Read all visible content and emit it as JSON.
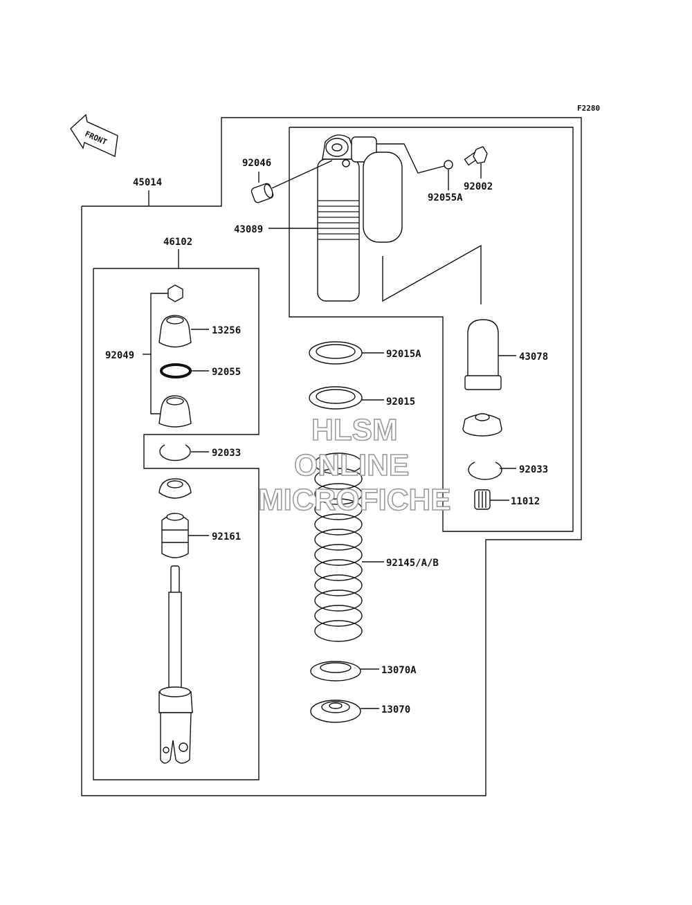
{
  "diagram_code": "F2280",
  "front_label": "FRONT",
  "parts": {
    "p45014": "45014",
    "p46102": "46102",
    "p92046": "92046",
    "p43089": "43089",
    "p92055A": "92055A",
    "p92002": "92002",
    "p43078": "43078",
    "p92049": "92049",
    "p13256": "13256",
    "p92055": "92055",
    "p92033a": "92033",
    "p92161": "92161",
    "p92015A": "92015A",
    "p92015": "92015",
    "p92145": "92145/A/B",
    "p13070A": "13070A",
    "p13070": "13070",
    "p92033b": "92033",
    "p11012": "11012"
  },
  "watermark": {
    "line1": "HLSM",
    "line2": "ONLINE",
    "line3": "MICROFICHE"
  }
}
